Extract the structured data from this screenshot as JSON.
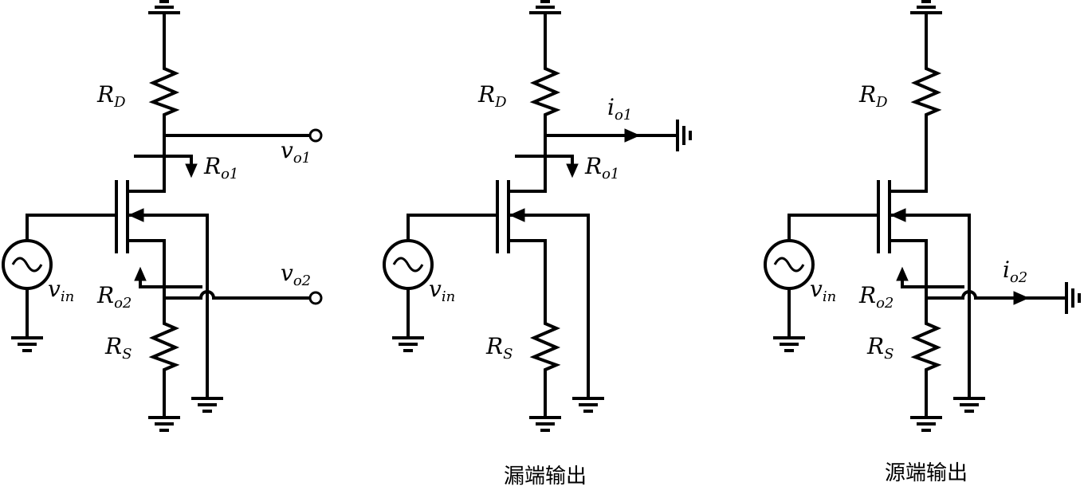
{
  "circuits": [
    {
      "id": "original",
      "caption": "",
      "labels": {
        "rd": {
          "main": "R",
          "sub": "D"
        },
        "rs": {
          "main": "R",
          "sub": "S"
        },
        "vin": {
          "main": "v",
          "sub": "in"
        },
        "ro1": {
          "main": "R",
          "sub": "o1"
        },
        "ro2": {
          "main": "R",
          "sub": "o2"
        },
        "out1": {
          "main": "v",
          "sub": "o1"
        },
        "out2": {
          "main": "v",
          "sub": "o2"
        }
      }
    },
    {
      "id": "drain-output",
      "caption": "漏端输出",
      "labels": {
        "rd": {
          "main": "R",
          "sub": "D"
        },
        "rs": {
          "main": "R",
          "sub": "S"
        },
        "vin": {
          "main": "v",
          "sub": "in"
        },
        "ro1": {
          "main": "R",
          "sub": "o1"
        },
        "out1": {
          "main": "i",
          "sub": "o1"
        }
      }
    },
    {
      "id": "source-output",
      "caption": "源端输出",
      "labels": {
        "rd": {
          "main": "R",
          "sub": "D"
        },
        "rs": {
          "main": "R",
          "sub": "S"
        },
        "vin": {
          "main": "v",
          "sub": "in"
        },
        "ro2": {
          "main": "R",
          "sub": "o2"
        },
        "out2": {
          "main": "i",
          "sub": "o2"
        }
      }
    }
  ]
}
